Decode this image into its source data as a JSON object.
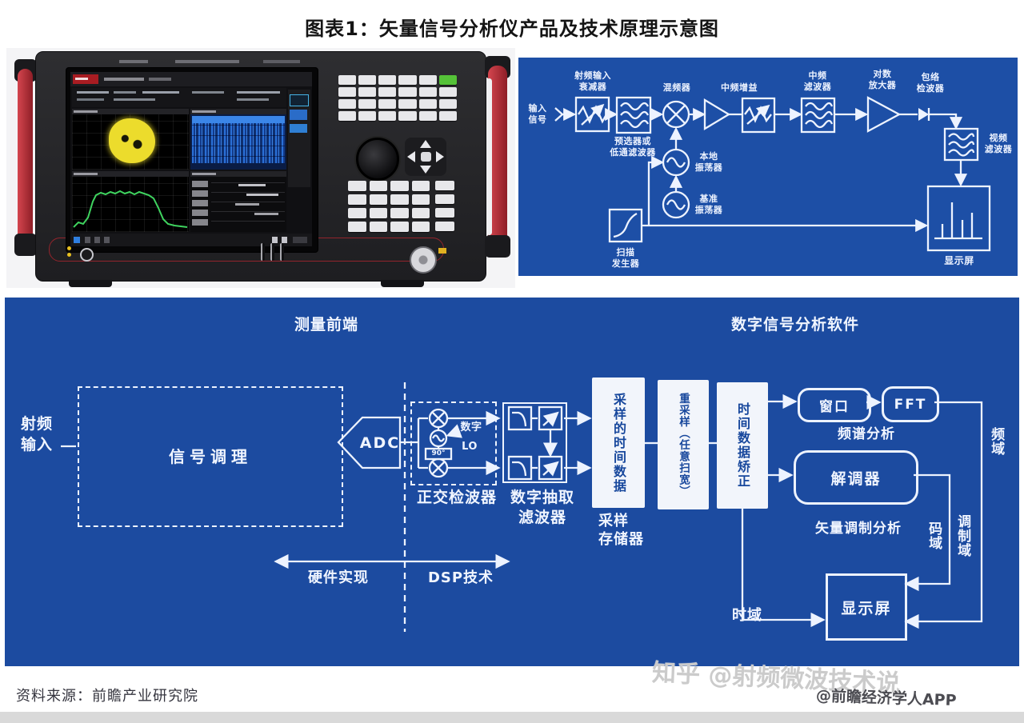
{
  "page": {
    "title": "图表1：矢量信号分析仪产品及技术原理示意图",
    "source": "资料来源：前瞻产业研究院",
    "watermark_zhihu": "知乎 @射频微波技术说",
    "watermark_app": "@前瞻经济学人APP"
  },
  "colors": {
    "panel_blue_top": "#1d4fa6",
    "panel_blue_bottom": "#1c4ba0",
    "diagram_line": "#edf3ff",
    "white_box_text": "#17479c",
    "handle_red": "#b32832",
    "trace_green": "#3fd35f",
    "constellation_yellow": "#ecdc2c",
    "waterfall_blue": "#2a6fd6"
  },
  "rf_chain": {
    "input": "输入\n信号",
    "attenuator": "射频输入\n衰减器",
    "preselector": "预选器或\n低通滤波器",
    "mixer": "混频器",
    "if_gain": "中频增益",
    "if_filter": "中频\n滤波器",
    "log_amp": "对数\n放大器",
    "detector": "包络\n检波器",
    "video_filter": "视频\n滤波器",
    "local_osc": "本地\n振荡器",
    "ref_osc": "基准\n振荡器",
    "sweep_gen": "扫描\n发生器",
    "display": "显示屏"
  },
  "vsa": {
    "front_end": "测量前端",
    "software": "数字信号分析软件",
    "rf_input": "射频\n输入",
    "signal_conditioning": "信号调理",
    "adc": "ADC",
    "digital": "数字",
    "lo": "LO",
    "phase": "90°",
    "quadrature_detector": "正交检波器",
    "decimation_filter": "数字抽取\n滤波器",
    "sampled_time_data": "采样的时间数据",
    "resample": "重采样（任意扫宽）",
    "time_correction": "时间数据矫正",
    "sample_memory": "采样\n存储器",
    "window": "窗口",
    "fft": "FFT",
    "spectrum_analysis": "频谱分析",
    "demodulator": "解调器",
    "vector_mod_analysis": "矢量调制分析",
    "display": "显示屏",
    "freq_domain": "频域",
    "mod_domain": "调制域",
    "code_domain": "码域",
    "time_domain": "时域",
    "hardware": "硬件实现",
    "dsp": "DSP技术"
  }
}
